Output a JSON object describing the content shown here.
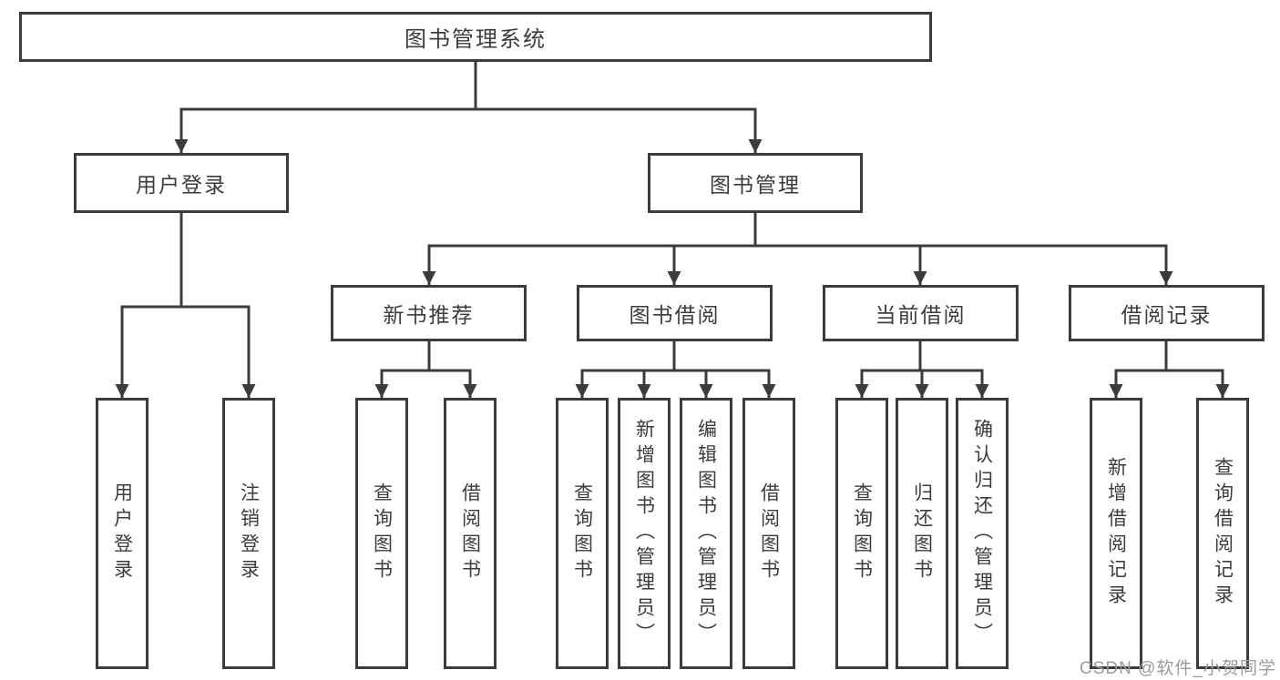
{
  "nodes": {
    "root": "图书管理系统",
    "l2": [
      "用户登录",
      "图书管理"
    ],
    "l3": [
      "新书推荐",
      "图书借阅",
      "当前借阅",
      "借阅记录"
    ],
    "leaves": [
      "用户登录",
      "注销登录",
      "查询图书",
      "借阅图书",
      "查询图书",
      "新增图书（管理员）",
      "编辑图书（管理员）",
      "借阅图书",
      "查询图书",
      "归还图书",
      "确认归还（管理员）",
      "新增借阅记录",
      "查询借阅记录"
    ]
  },
  "watermark": "CSDN @软件_小贺同学",
  "colors": {
    "line": "#3b3b3b",
    "text": "#3c3c3c",
    "watermark": "#9b9b9b",
    "background": "#ffffff"
  }
}
